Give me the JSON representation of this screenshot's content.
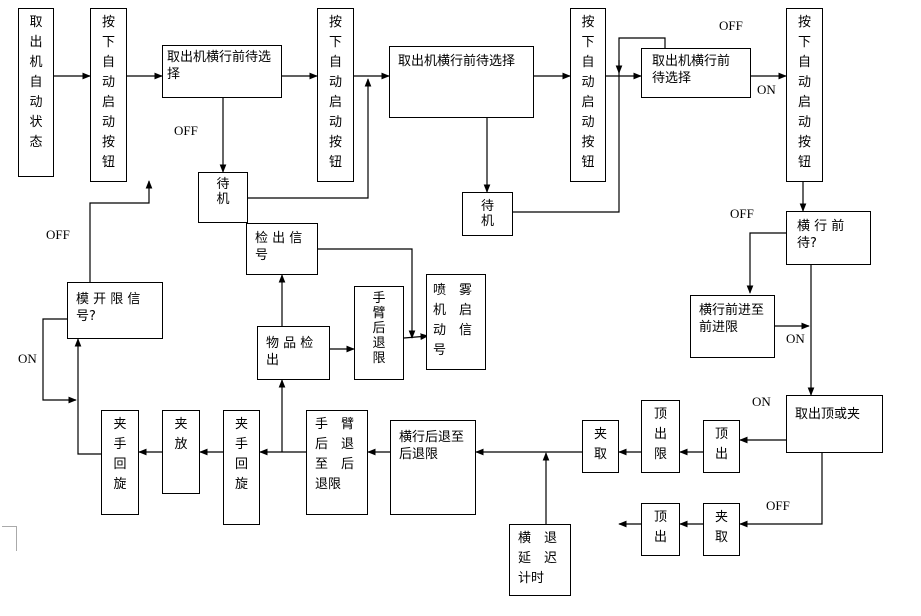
{
  "nodes": {
    "auto_state": "取\n出\n机\n自\n动\n状\n态",
    "start_btn_1": "按\n下\n自\n动\n启\n动\n按\n钮",
    "select_1": "取出机横行前待选择",
    "start_btn_2": "按\n下\n自\n动\n启\n动\n按\n钮",
    "wait_1": "待\n机",
    "detect_signal": "检 出 信号",
    "select_2": "取出机横行前待选择",
    "start_btn_3": "按\n下\n自\n动\n启\n动\n按\n钮",
    "wait_2": "待\n机",
    "select_3": "取出机横行前待选择",
    "start_btn_4": "按\n下\n自\n动\n启\n动\n按\n钮",
    "traverse_wait": "横 行 前待?",
    "traverse_forward": "横行前进至前进限",
    "eject_or_clamp": "取出顶或夹",
    "mold_open": "模 开 限 信号?",
    "product_detect": "物 品 检出",
    "arm_retract_1": "手\n臂\n后\n退\n限",
    "spray_signal": "喷　雾\n机　启\n动　信\n号",
    "eject_out_1": "顶\n出",
    "eject_limit": "顶\n出\n限",
    "clamp_1": "夹\n取",
    "traverse_back": "横行后退至后退限",
    "arm_retract_2": "手　臂\n后　退\n至　后\n退限",
    "hand_rotate_1": "夹\n手\n回\n旋",
    "release": "夹\n放",
    "hand_rotate_2": "夹\n手\n回\n旋",
    "clamp_2": "夹\n取",
    "eject_out_2": "顶\n出",
    "retreat_timer": "横　退\n延　迟\n计时"
  },
  "labels": {
    "off_1": "OFF",
    "off_2": "OFF",
    "off_3": "OFF",
    "off_4": "OFF",
    "off_5": "OFF",
    "on_1": "ON",
    "on_2": "ON",
    "on_3": "ON",
    "on_4": "ON"
  }
}
